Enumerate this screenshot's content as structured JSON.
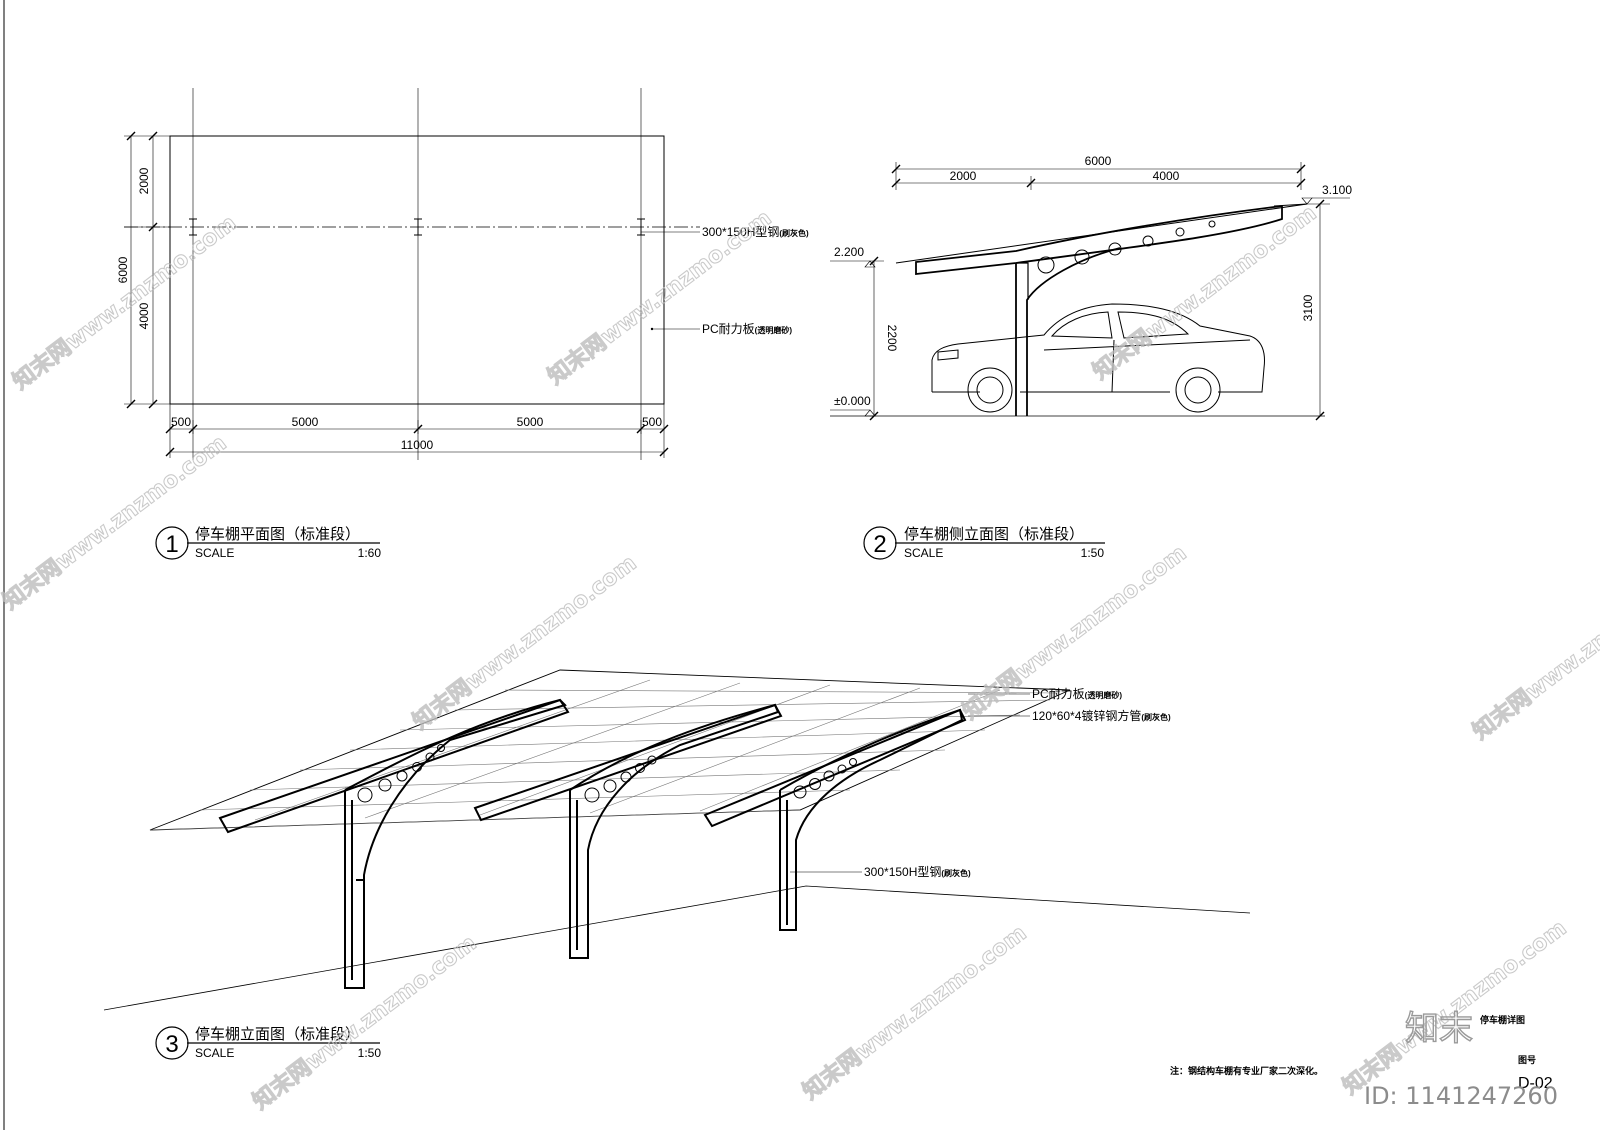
{
  "plan": {
    "dims_top_left": [
      "2000",
      "4000"
    ],
    "dim_total_vertical": "6000",
    "dims_bottom": [
      "500",
      "5000",
      "5000",
      "500"
    ],
    "dim_total_horizontal": "11000",
    "label_beam": "300*150H型钢",
    "label_beam_note": "(刷灰色)",
    "label_roof": "PC耐力板",
    "label_roof_note": "(透明磨砂)",
    "title_number": "1",
    "title": "停车棚平面图（标准段）",
    "scale_label": "SCALE",
    "scale_value": "1:60"
  },
  "side": {
    "dim_total": "6000",
    "dims_split": [
      "2000",
      "4000"
    ],
    "level_top": "3.100",
    "level_eave": "2.200",
    "level_ground": "±0.000",
    "height_left": "2200",
    "height_right": "3100",
    "title_number": "2",
    "title": "停车棚侧立面图（标准段）",
    "scale_label": "SCALE",
    "scale_value": "1:50"
  },
  "perspective": {
    "label_roof": "PC耐力板",
    "label_roof_note": "(透明磨砂)",
    "label_purlin": "120*60*4镀锌钢方管",
    "label_purlin_note": "(刷灰色)",
    "label_column": "300*150H型钢",
    "label_column_note": "(刷灰色)",
    "title_number": "3",
    "title": "停车棚立面图（标准段）",
    "scale_label": "SCALE",
    "scale_value": "1:50"
  },
  "titleblock": {
    "sheet_name": "停车棚详图",
    "drawing_label": "图号",
    "sheet_number": "D-02",
    "note": "注：钢结构车棚有专业厂家二次深化。"
  },
  "watermark": {
    "text": "知末网www.znzmo.com",
    "logo": "知末",
    "id_text": "ID: 1141247260"
  }
}
